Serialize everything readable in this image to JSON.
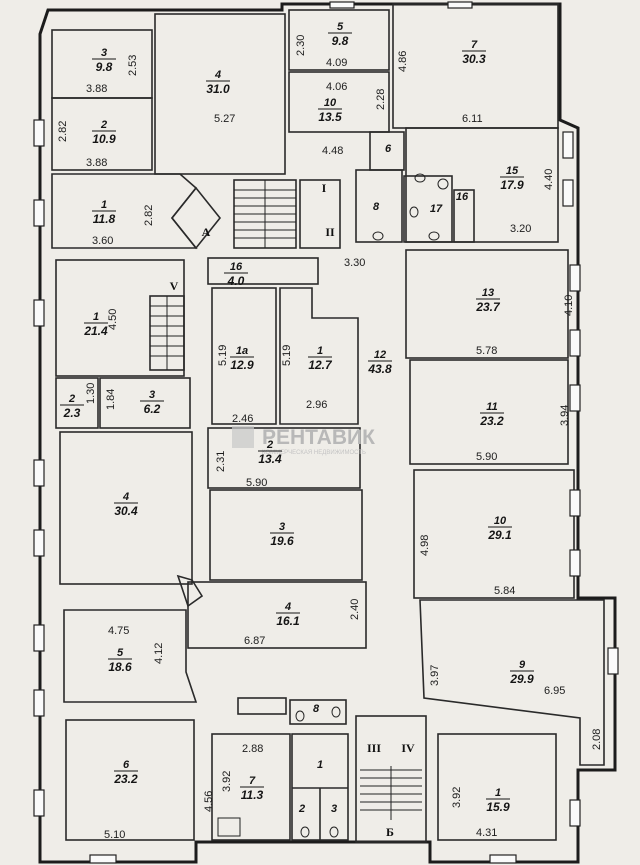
{
  "watermark": {
    "brand": "РЕНТАВИК",
    "tagline": "КОММЕРЧЕСКАЯ НЕДВИЖИМОСТЬ"
  },
  "markers": [
    "A",
    "I",
    "II",
    "V",
    "III",
    "IV",
    "Б"
  ],
  "rooms": [
    {
      "id": "r-3-top",
      "num": "3",
      "area": "9.8"
    },
    {
      "id": "r-2-top",
      "num": "2",
      "area": "10.9"
    },
    {
      "id": "r-4-top",
      "num": "4",
      "area": "31.0"
    },
    {
      "id": "r-5-top",
      "num": "5",
      "area": "9.8"
    },
    {
      "id": "r-10-top",
      "num": "10",
      "area": "13.5"
    },
    {
      "id": "r-6-top",
      "num": "6",
      "area": ""
    },
    {
      "id": "r-7-top",
      "num": "7",
      "area": "30.3"
    },
    {
      "id": "r-15-top",
      "num": "15",
      "area": "17.9"
    },
    {
      "id": "r-8-top",
      "num": "8",
      "area": ""
    },
    {
      "id": "r-17-top",
      "num": "17",
      "area": ""
    },
    {
      "id": "r-16-top",
      "num": "16",
      "area": ""
    },
    {
      "id": "r-1-top",
      "num": "1",
      "area": "11.8"
    },
    {
      "id": "r-16-mid",
      "num": "16",
      "area": "4.0"
    },
    {
      "id": "r-1-left",
      "num": "1",
      "area": "21.4"
    },
    {
      "id": "r-2-small",
      "num": "2",
      "area": "2.3"
    },
    {
      "id": "r-3-small",
      "num": "3",
      "area": "6.2"
    },
    {
      "id": "r-1a",
      "num": "1а",
      "area": "12.9"
    },
    {
      "id": "r-1-mid",
      "num": "1",
      "area": "12.7"
    },
    {
      "id": "r-12",
      "num": "12",
      "area": "43.8"
    },
    {
      "id": "r-13",
      "num": "13",
      "area": "23.7"
    },
    {
      "id": "r-11",
      "num": "11",
      "area": "23.2"
    },
    {
      "id": "r-2-mid",
      "num": "2",
      "area": "13.4"
    },
    {
      "id": "r-4-left",
      "num": "4",
      "area": "30.4"
    },
    {
      "id": "r-3-mid",
      "num": "3",
      "area": "19.6"
    },
    {
      "id": "r-10",
      "num": "10",
      "area": "29.1"
    },
    {
      "id": "r-4-mid",
      "num": "4",
      "area": "16.1"
    },
    {
      "id": "r-5-left",
      "num": "5",
      "area": "18.6"
    },
    {
      "id": "r-9",
      "num": "9",
      "area": "29.9"
    },
    {
      "id": "r-6-bottom",
      "num": "6",
      "area": "23.2"
    },
    {
      "id": "r-7-bottom",
      "num": "7",
      "area": "11.3"
    },
    {
      "id": "r-8-wc",
      "num": "8",
      "area": ""
    },
    {
      "id": "r-1-wc",
      "num": "1",
      "area": ""
    },
    {
      "id": "r-2-wc",
      "num": "2",
      "area": ""
    },
    {
      "id": "r-3-wc",
      "num": "3",
      "area": ""
    },
    {
      "id": "r-1-bottom",
      "num": "1",
      "area": "15.9"
    }
  ],
  "dimensions": [
    "2.53",
    "3.88",
    "2.82",
    "3.88",
    "5.27",
    "2.30",
    "4.09",
    "4.06",
    "2.28",
    "4.48",
    "4.86",
    "6.11",
    "4.40",
    "3.20",
    "3.60",
    "2.82",
    "3.30",
    "4.50",
    "4.10",
    "5.78",
    "5.19",
    "5.19",
    "1.30",
    "1.84",
    "2.46",
    "2.96",
    "3.94",
    "5.90",
    "2.31",
    "5.90",
    "4.98",
    "5.84",
    "2.40",
    "4.75",
    "4.12",
    "6.87",
    "3.97",
    "6.95",
    "2.08",
    "2.88",
    "3.92",
    "4.56",
    "5.10",
    "3.92",
    "4.31"
  ]
}
